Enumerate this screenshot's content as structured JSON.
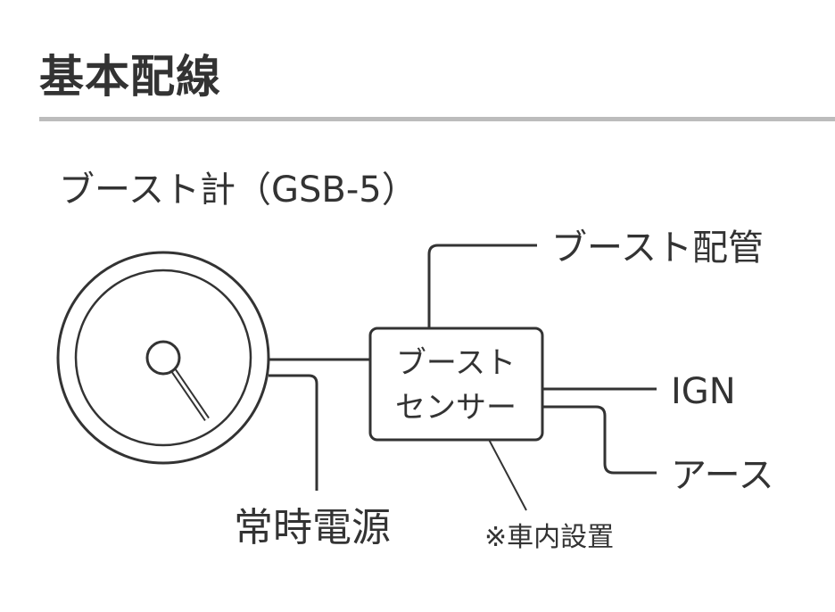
{
  "title": "基本配線",
  "diagram": {
    "subtitle": "ブースト計（GSB-5）",
    "sensor_line1": "ブースト",
    "sensor_line2": "センサー",
    "boost_pipe": "ブースト配管",
    "ign": "IGN",
    "earth": "アース",
    "constant_power": "常時電源",
    "note": "※車内設置"
  },
  "colors": {
    "line": "#333333",
    "rule": "#bcbcbc"
  }
}
